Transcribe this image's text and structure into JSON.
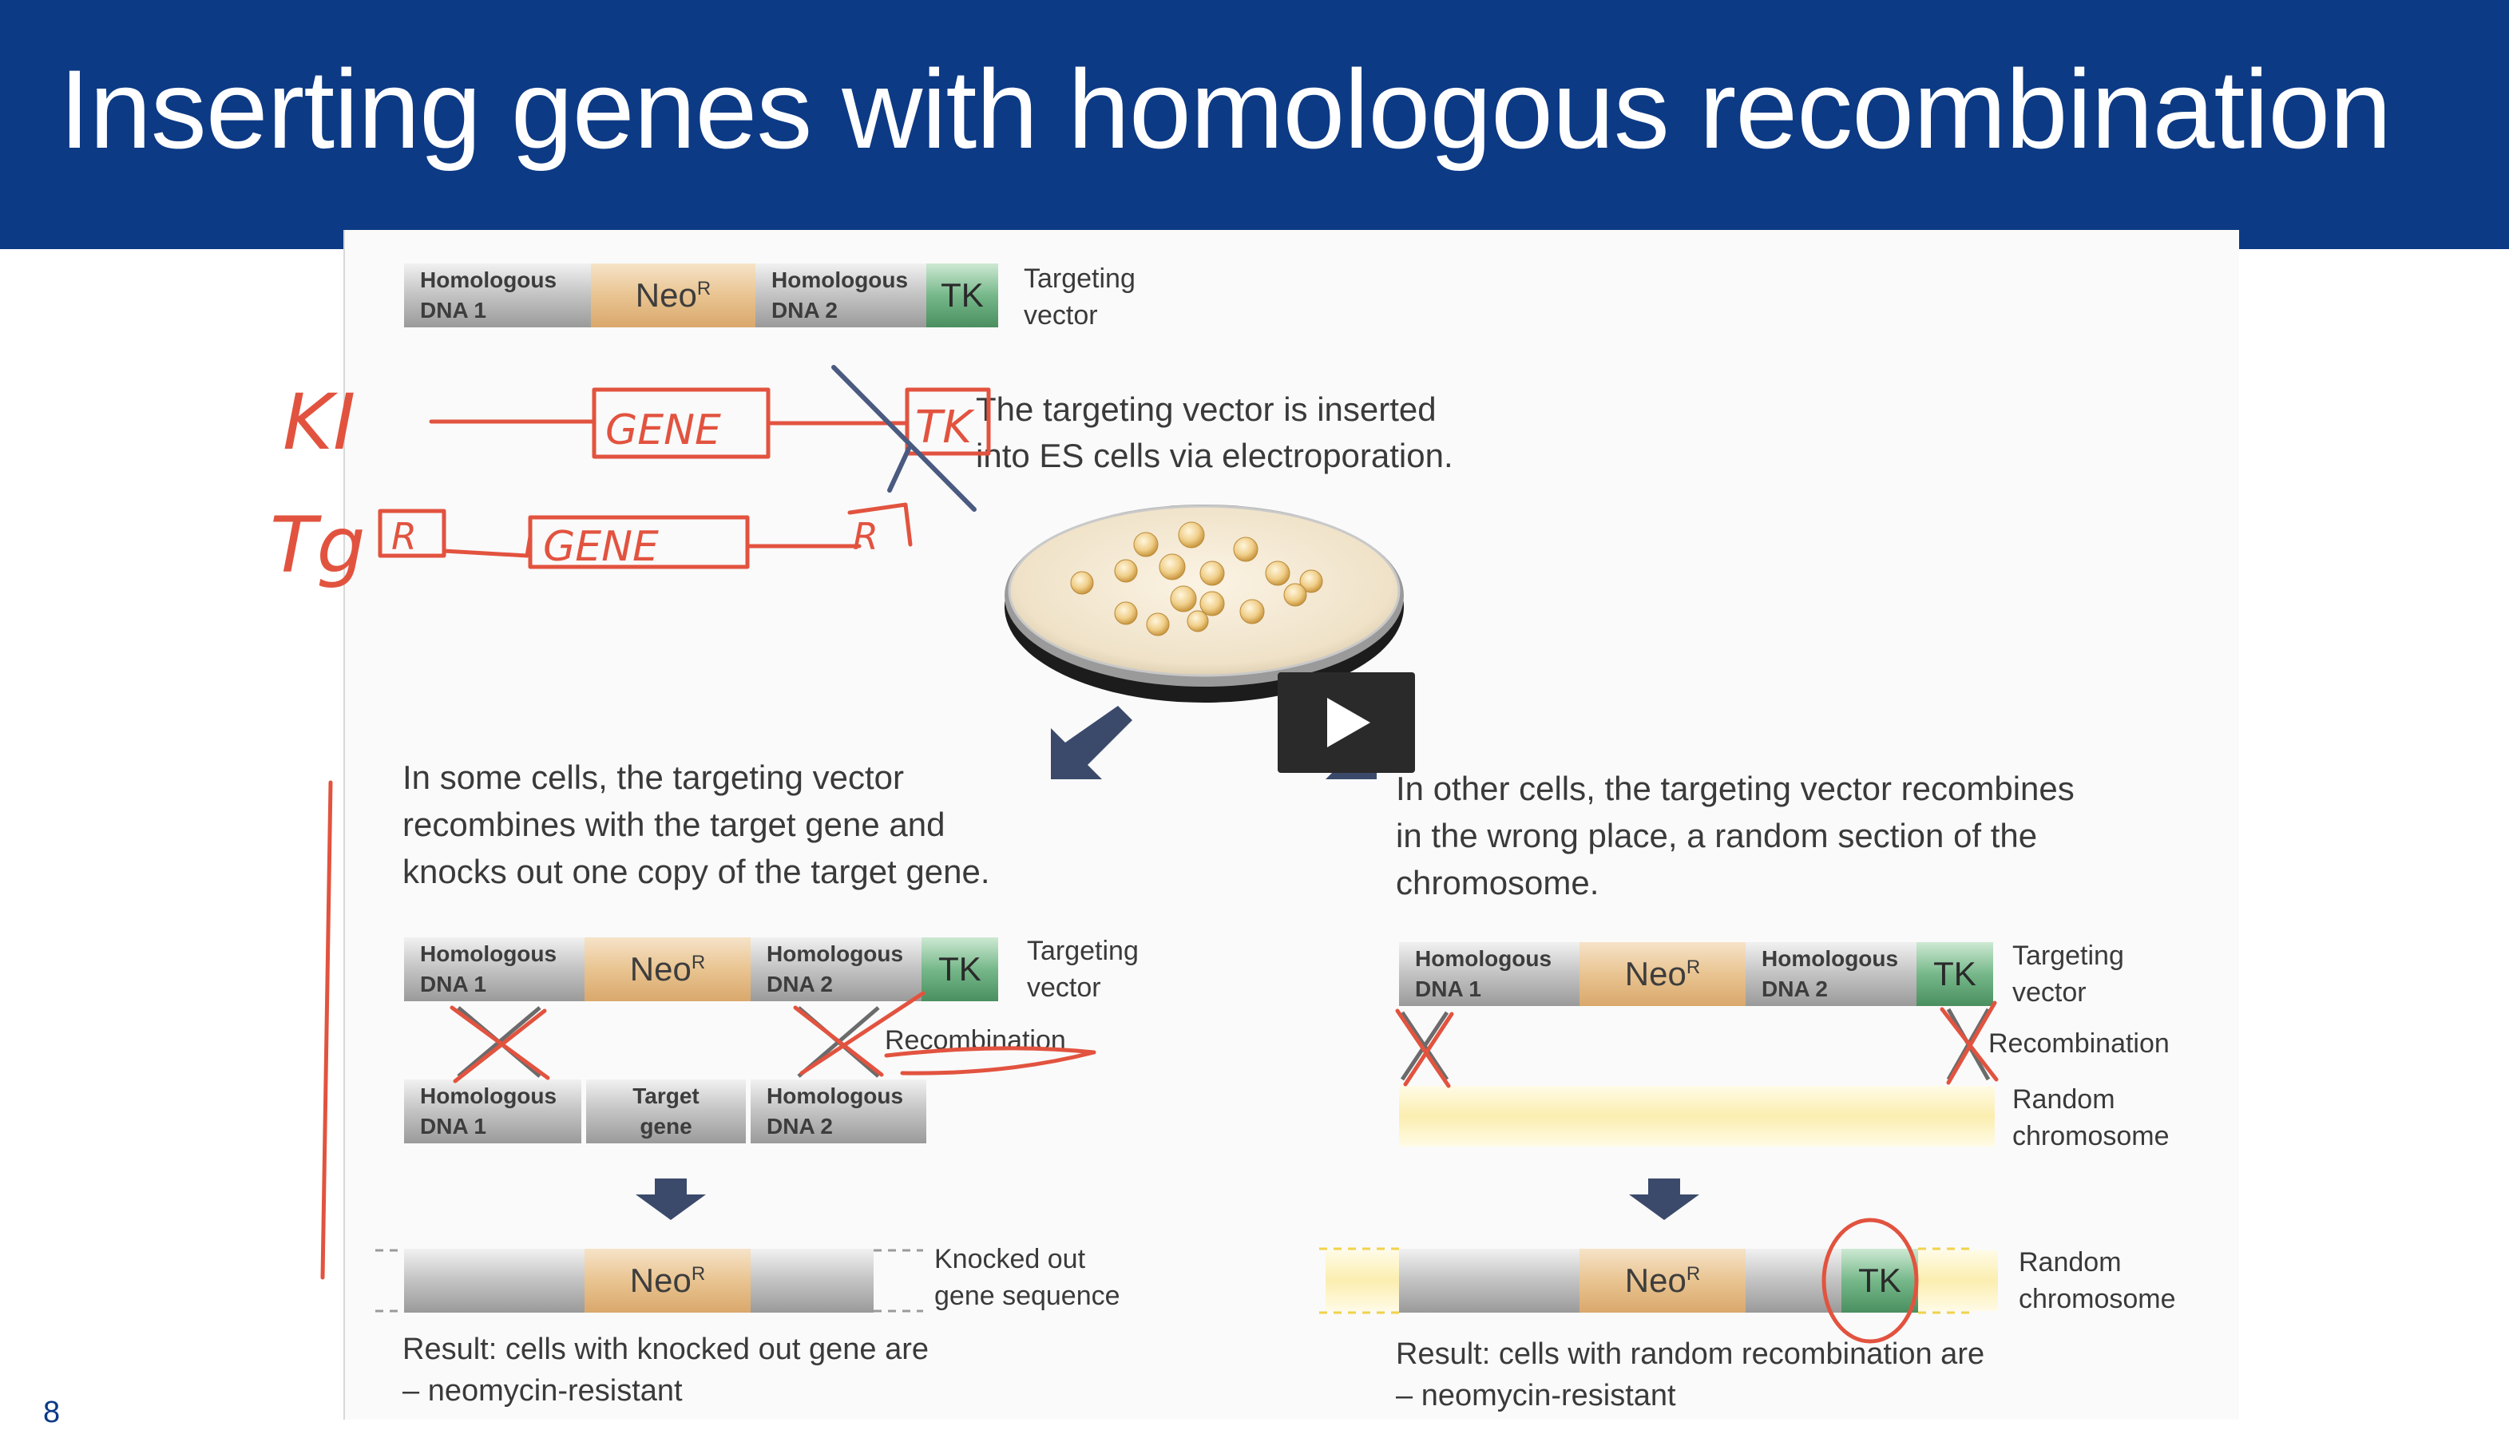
{
  "slide": {
    "title": "Inserting genes with homologous recombination",
    "number": "8"
  },
  "labels": {
    "homologous_dna_1_line1": "Homologous",
    "homologous_dna_1_line2": "DNA 1",
    "homologous_dna_2_line1": "Homologous",
    "homologous_dna_2_line2": "DNA 2",
    "neo": "Neo",
    "neo_sup": "R",
    "tk": "TK",
    "targeting_vector_1": "Targeting",
    "targeting_vector_2": "vector",
    "target_gene_1": "Target",
    "target_gene_2": "gene",
    "recombination": "Recombination",
    "random_chromosome_1": "Random",
    "random_chromosome_2": "chromosome",
    "knocked_out_1": "Knocked out",
    "knocked_out_2": "gene sequence"
  },
  "text": {
    "inserted_1": "The targeting vector is inserted",
    "inserted_2": "into ES cells via electroporation.",
    "left_1": "In some cells, the targeting vector",
    "left_2": "recombines with the target gene and",
    "left_3": "knocks out one copy of the target gene.",
    "right_1": "In other cells, the targeting vector recombines",
    "right_2": "in the wrong place, a random section of the",
    "right_3": "chromosome.",
    "result_left_1": "Result: cells with knocked out gene are",
    "result_left_2": "– neomycin-resistant",
    "result_right_1": "Result: cells with random recombination are",
    "result_right_2": "– neomycin-resistant"
  },
  "annotations": {
    "ki": "KI",
    "tg": "Tg",
    "gene_1": "GENE",
    "gene_2": "GENE",
    "tk": "TK",
    "r": "R"
  },
  "colors": {
    "header": "#0d3a85",
    "annotation": "#e2533f",
    "arrow": "#3b4a6b"
  }
}
